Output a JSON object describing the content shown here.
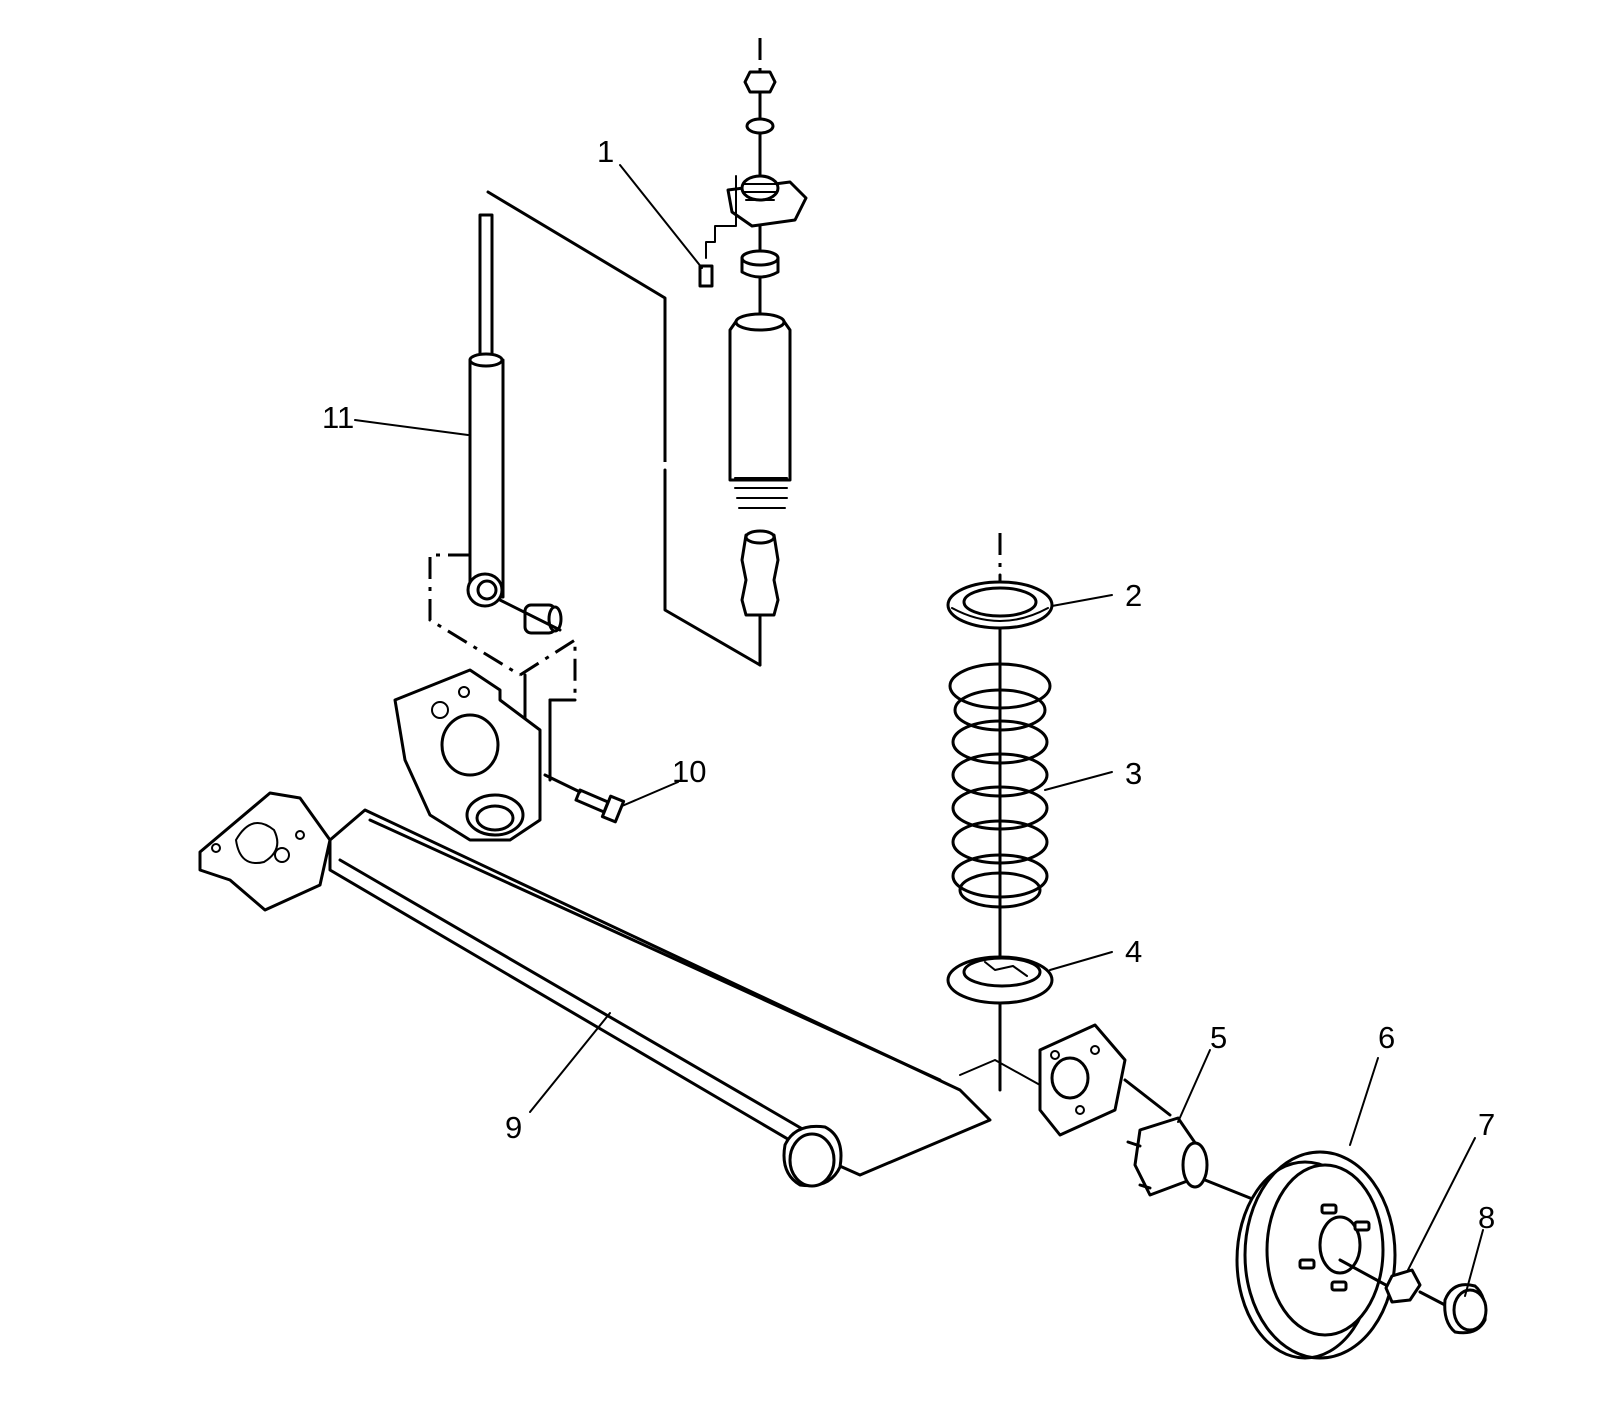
{
  "callouts": {
    "c1": "1",
    "c2": "2",
    "c3": "3",
    "c4": "4",
    "c5": "5",
    "c6": "6",
    "c7": "7",
    "c8": "8",
    "c9": "9",
    "c10": "10",
    "c11": "11"
  },
  "colors": {
    "ink": "#000000",
    "background": "#ffffff"
  }
}
